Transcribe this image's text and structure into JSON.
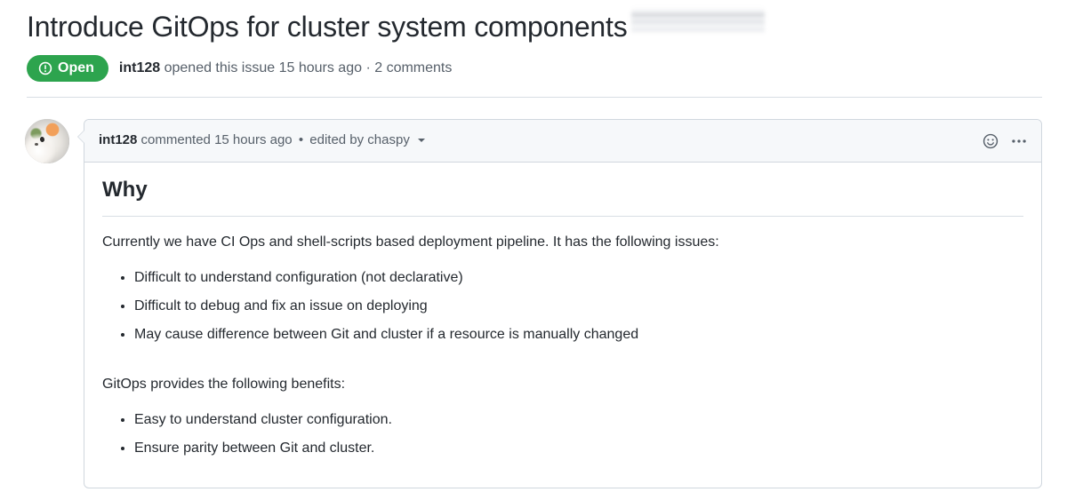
{
  "issue": {
    "title": "Introduce GitOps for cluster system components",
    "redacted_suffix": "",
    "state_label": "Open",
    "state_icon": "issue-opened-icon",
    "state_color": "#2da44e",
    "meta": {
      "author": "int128",
      "action_text": "opened this issue",
      "time_text": "15 hours ago",
      "separator": "·",
      "comments_text": "2 comments"
    }
  },
  "comment": {
    "avatar_name": "int128-avatar",
    "header": {
      "author": "int128",
      "action_text": "commented",
      "time_text": "15 hours ago",
      "bullet": "•",
      "edited_text": "edited by chaspy",
      "reaction_icon": "smiley-reaction-icon",
      "menu_icon": "kebab-menu-icon"
    },
    "body": {
      "heading": "Why",
      "paragraph_1": "Currently we have CI Ops and shell-scripts based deployment pipeline. It has the following issues:",
      "issues_list": [
        "Difficult to understand configuration (not declarative)",
        "Difficult to debug and fix an issue on deploying",
        "May cause difference between Git and cluster if a resource is manually changed"
      ],
      "paragraph_2": "GitOps provides the following benefits:",
      "benefits_list": [
        "Easy to understand cluster configuration.",
        "Ensure parity between Git and cluster."
      ]
    }
  }
}
